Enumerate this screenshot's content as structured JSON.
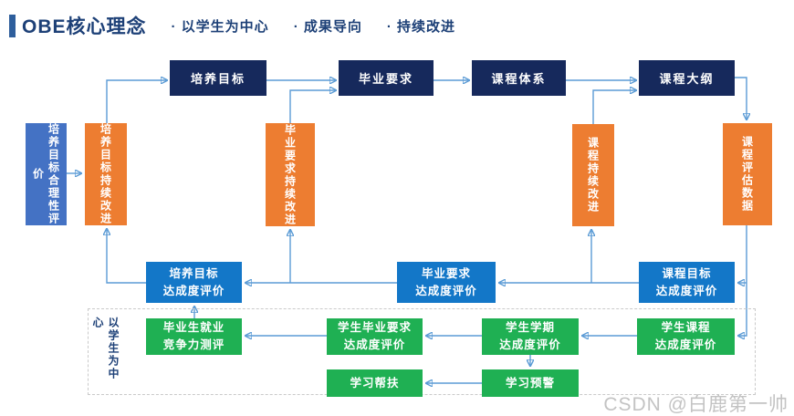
{
  "header": {
    "title": "OBE核心理念",
    "principles": [
      "· 以学生为中心",
      "· 成果导向",
      "· 持续改进"
    ]
  },
  "boxes": {
    "goal": "培养目标",
    "grad_req": "毕业要求",
    "curriculum": "课程体系",
    "syllabus": "课程大纲",
    "goal_rationality": "培养目标合理性评价",
    "goal_improve": "培养目标持续改进",
    "grad_req_improve": "毕业要求持续改进",
    "course_improve": "课程持续改进",
    "course_eval_data": "课程评估数据",
    "goal_attain": {
      "l1": "培养目标",
      "l2": "达成度评价"
    },
    "grad_req_attain": {
      "l1": "毕业要求",
      "l2": "达成度评价"
    },
    "course_obj_attain": {
      "l1": "课程目标",
      "l2": "达成度评价"
    },
    "employ_eval": {
      "l1": "毕业生就业",
      "l2": "竞争力测评"
    },
    "stu_grad_attain": {
      "l1": "学生毕业要求",
      "l2": "达成度评价"
    },
    "stu_term_attain": {
      "l1": "学生学期",
      "l2": "达成度评价"
    },
    "stu_course_attain": {
      "l1": "学生课程",
      "l2": "达成度评价"
    },
    "learn_help": "学习帮扶",
    "learn_warn": "学习预警"
  },
  "student_center_label": "以学生为中心",
  "watermark": "CSDN @白鹿第一帅",
  "colors": {
    "navy_box": "#16295C",
    "orange_box": "#ED7D31",
    "left_blue_box": "#4472C4",
    "mid_blue_box": "#1377C8",
    "green_box": "#1FB053",
    "connector": "#5B9BD5",
    "title_text": "#1D4077",
    "dashed_border": "#C9C9C9",
    "watermark_text": "#C3C3C3"
  }
}
